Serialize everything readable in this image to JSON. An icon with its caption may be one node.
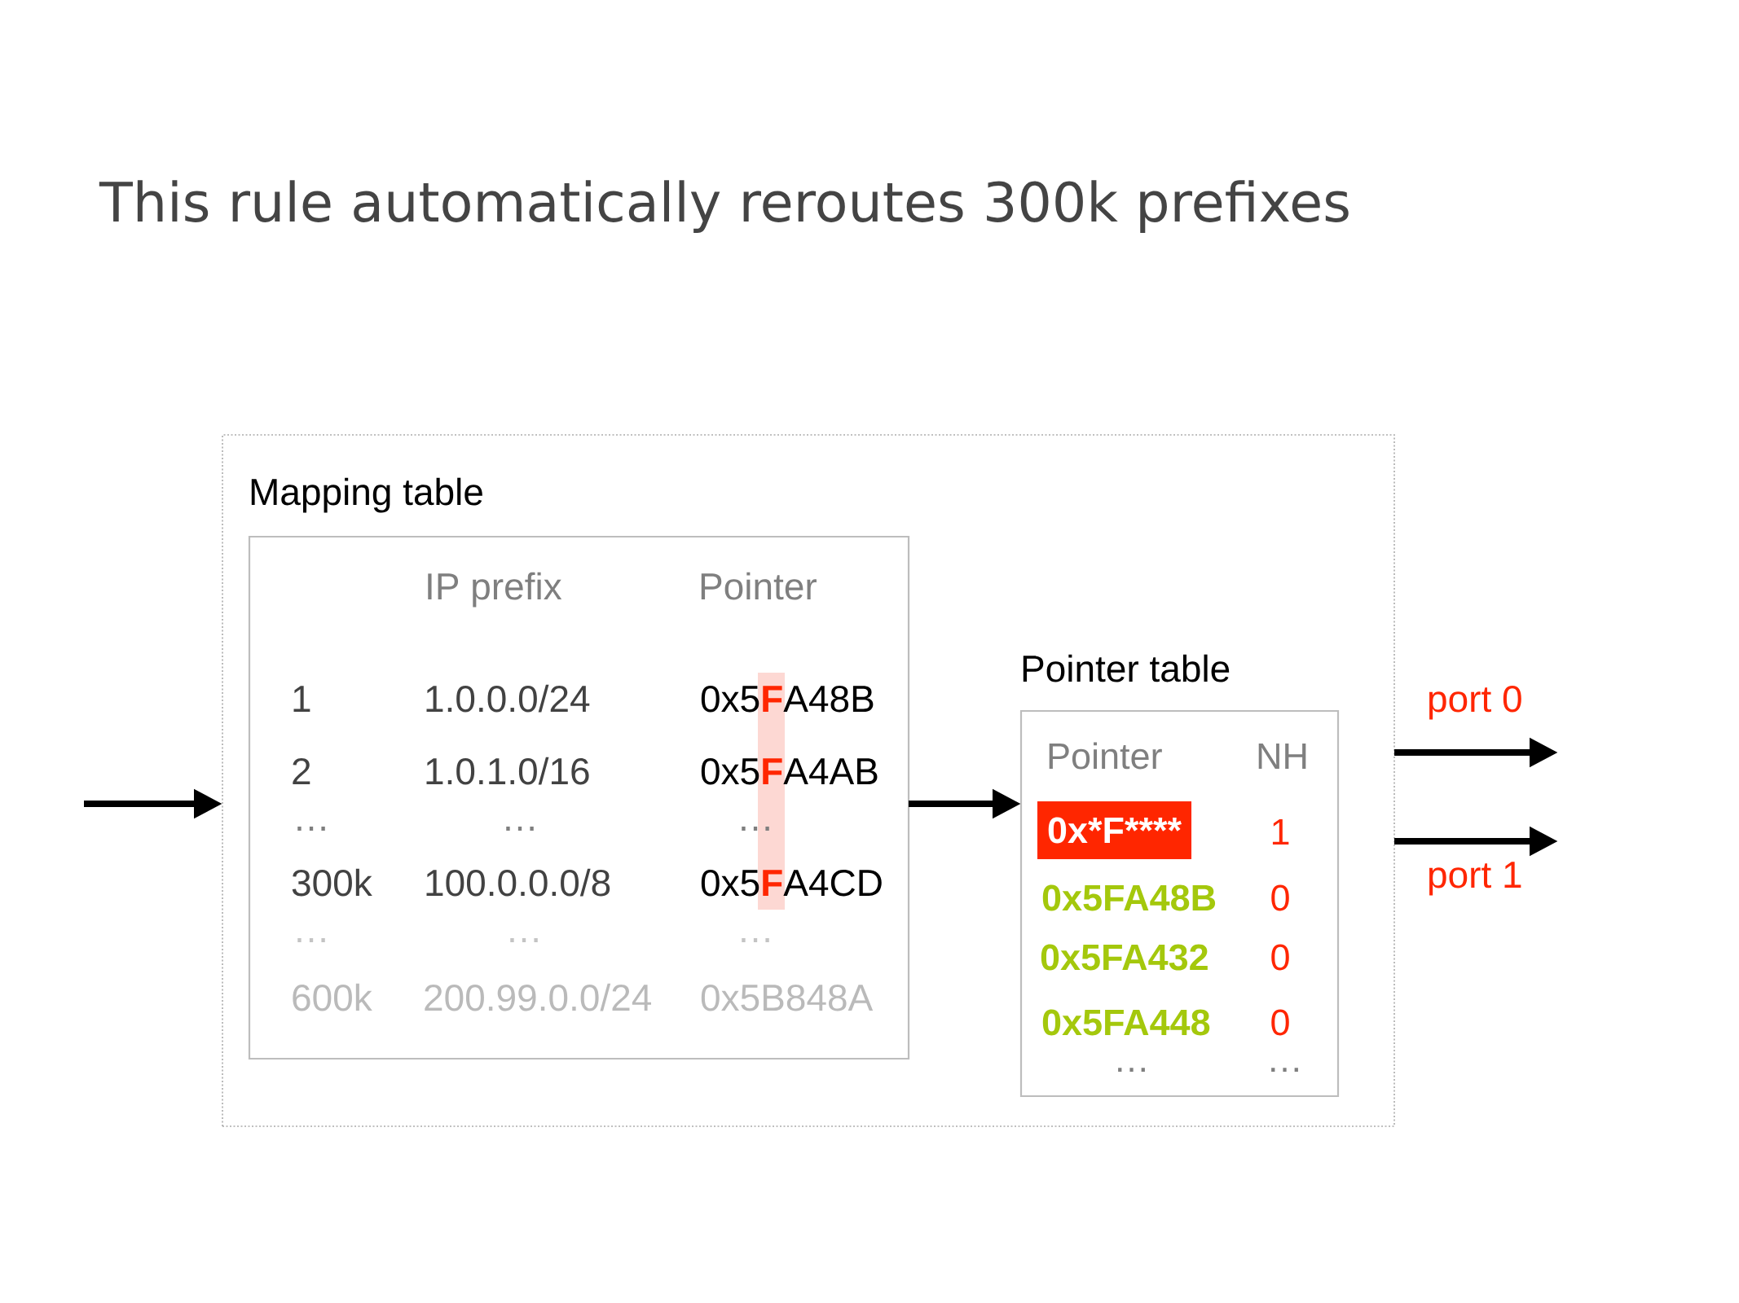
{
  "diagram": {
    "title": "This rule automatically reroutes 300k prefixes",
    "nodes": [
      {
        "text": [],
        "shape": "box"
      },
      {
        "text": [
          "Mapping table",
          "IP prefix",
          "Pointer",
          "1",
          "1.0.0.0/24",
          "0x5**F**A48B",
          "2",
          "1.0.1.0/16",
          "0x5**F**A4AB",
          "…",
          "…",
          "…",
          "300k",
          "100.0.0.0/8",
          "0x5**F**A4CD",
          "…",
          "…",
          "…",
          "600k",
          "200.99.0.0/24",
          "0x5B848A"
        ],
        "in": 0
      },
      {
        "text": [
          "Pointer table",
          "Pointer",
          "NH",
          "1",
          "0x5FA48B",
          "0",
          "0x5FA432",
          "0",
          "0x5FA448",
          "0",
          "…",
          "…"
        ],
        "in": 0
      },
      {
        "text": [
          "0x*F****"
        ],
        "in": 2
      }
    ],
    "edges": [
      {
        "from": null,
        "to": 0,
        "arrow": "to"
      },
      {
        "from": 1,
        "to": 2,
        "arrow": "to"
      },
      {
        "from": 0,
        "to": null,
        "arrow": "to",
        "label": "port 0"
      },
      {
        "from": 0,
        "to": null,
        "arrow": "to",
        "label": "port 1"
      }
    ]
  }
}
